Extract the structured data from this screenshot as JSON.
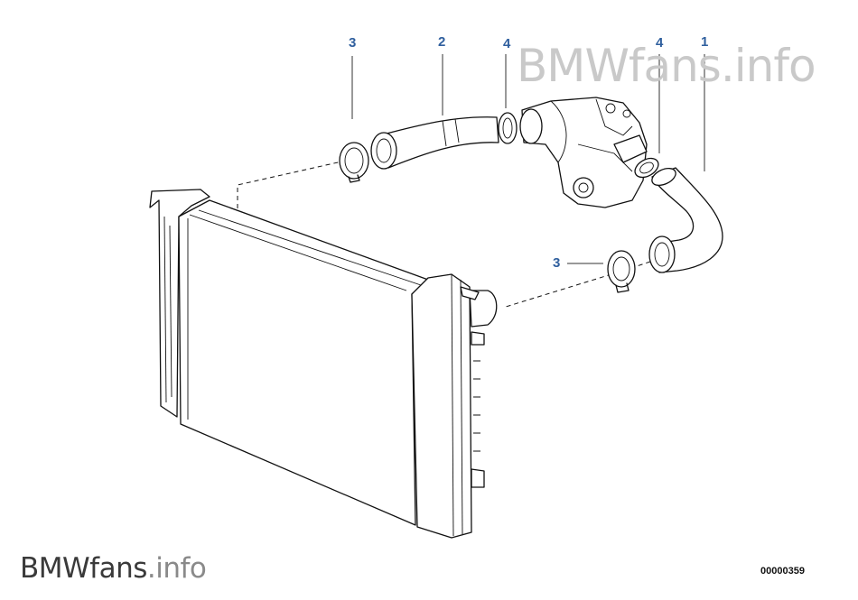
{
  "callouts": {
    "clamp_left": "3",
    "hose_upper": "2",
    "clamp_upper": "4",
    "clamp_right": "4",
    "hose_lower": "1",
    "clamp_lower": "3"
  },
  "watermark_top": {
    "brand": "BMWfans",
    "tld": ".info"
  },
  "watermark_bottom": {
    "brand": "BMWfans",
    "tld": ".info"
  },
  "drawing_number": "00000359",
  "colors": {
    "callout": "#2f5f9e",
    "line": "#111111",
    "watermark": "#c9c9c9"
  }
}
